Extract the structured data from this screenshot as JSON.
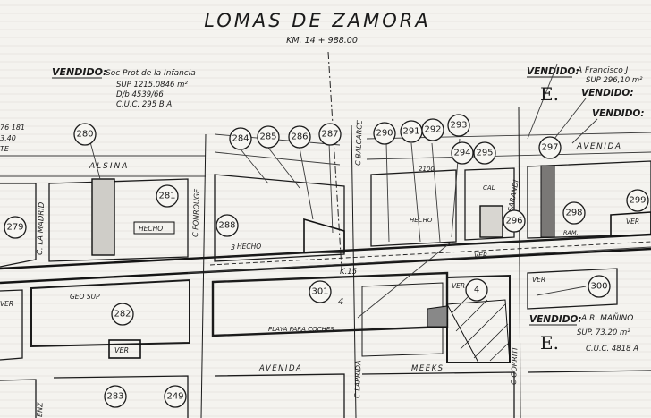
{
  "map": {
    "title": "LOMAS DE ZAMORA",
    "kilometer": "KM. 14 + 988.00",
    "left_note": {
      "sold_label": "VENDIDO:",
      "buyer": "Soc Prot de la Infancia",
      "area": "SUP 1215.0846 m²",
      "decree": "D/b 4539/66",
      "cuc": "C.U.C. 295 B.A."
    },
    "right_top_note": {
      "sold_label": "VENDIDO:",
      "buyer": "A Francisco J",
      "area": "SUP 296,10 m²"
    },
    "right_top_extra": [
      "VENDIDO:",
      "VENDIDO:"
    ],
    "right_bottom_note": {
      "sold_label": "VENDIDO:",
      "buyer": "A.R. MAÑINO",
      "area": "SUP. 73.20 m²",
      "cuc": "C.U.C. 4818 A"
    },
    "edge_left": [
      "76 181",
      "3,40",
      "TE"
    ],
    "streets": {
      "alsina": "ALSINA",
      "avenida_top": "AVENIDA",
      "avenida_bottom": "AVENIDA",
      "meeks": "MEEKS",
      "la_madrid": "C. LA MADRID",
      "fonrouge": "C FONROUGE",
      "balcarce": "C BALCARCE",
      "sarandi": "C SARANDI",
      "gorriti": "C GORRITI",
      "laprida": "C LAPRIDA",
      "enz": "ENZ"
    },
    "labels": {
      "hecho_1": "HECHO",
      "hecho_2": "HECHO",
      "hecho_3": "HECHO",
      "ver_1": "VER",
      "ver_2": "VER",
      "ver_3": "VER",
      "ver_4": "VER",
      "ver_5": "VER",
      "ver_6": "VER",
      "geo_sup": "GEO SUP",
      "k15": "K.15",
      "plaza": "PLAYA PARA COCHES",
      "big_e_top": "E.",
      "big_e_bottom": "E.",
      "four_1": "4",
      "four_2": "4",
      "three": "3",
      "two100": "2100",
      "ram": "RAM.",
      "cal": "CAL"
    },
    "lots": [
      "280",
      "281",
      "279",
      "282",
      "283",
      "284",
      "285",
      "286",
      "287",
      "288",
      "290",
      "291",
      "292",
      "293",
      "294",
      "295",
      "296",
      "297",
      "298",
      "299",
      "300",
      "301",
      "4",
      "249",
      "4"
    ]
  }
}
